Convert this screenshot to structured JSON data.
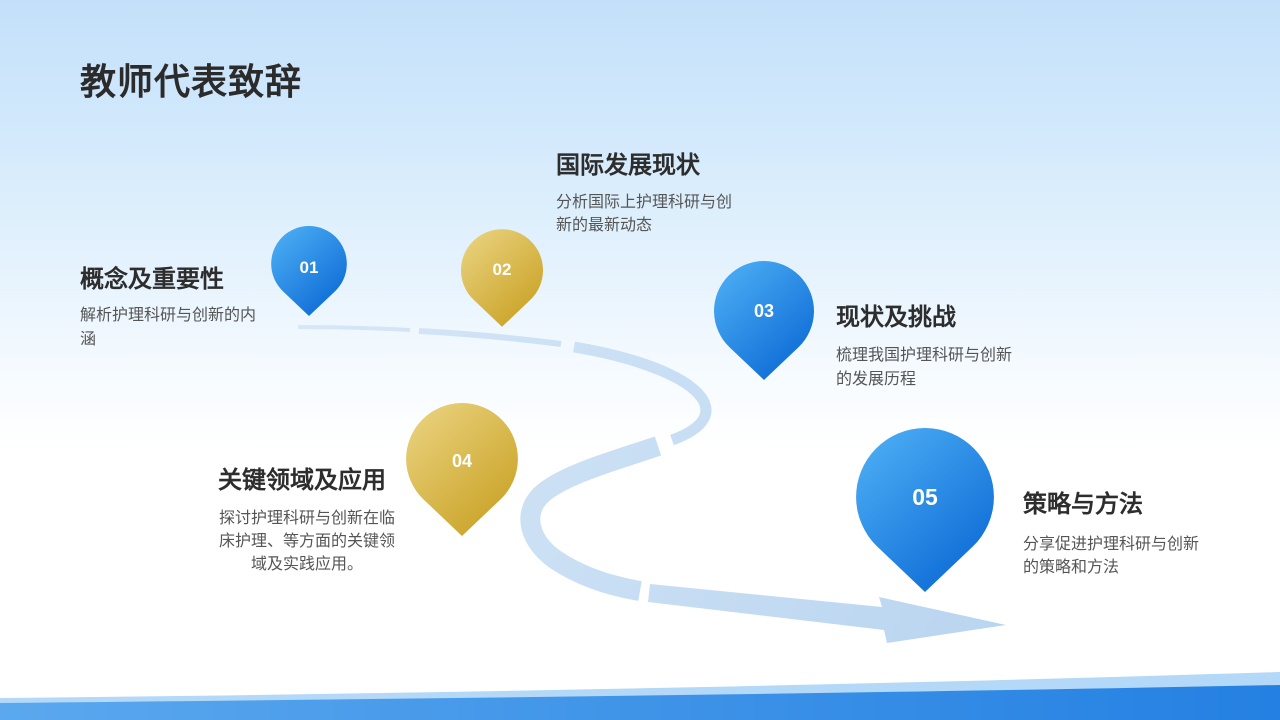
{
  "title": "教师代表致辞",
  "steps": [
    {
      "number": "01",
      "heading": "概念及重要性",
      "description": [
        "解析护理科研与创新的内",
        "涵"
      ],
      "marker_color": "blue"
    },
    {
      "number": "02",
      "heading": "国际发展现状",
      "description": [
        "分析国际上护理科研与创",
        "新的最新动态"
      ],
      "marker_color": "gold"
    },
    {
      "number": "03",
      "heading": "现状及挑战",
      "description": [
        "梳理我国护理科研与创新",
        "的发展历程"
      ],
      "marker_color": "blue"
    },
    {
      "number": "04",
      "heading": "关键领域及应用",
      "description": [
        "探讨护理科研与创新在临",
        "床护理、等方面的关键领",
        "域及实践应用。"
      ],
      "marker_color": "gold"
    },
    {
      "number": "05",
      "heading": "策略与方法",
      "description": [
        "分享促进护理科研与创新",
        "的策略和方法"
      ],
      "marker_color": "blue"
    }
  ],
  "colors": {
    "blue": [
      "#4aabf3",
      "#0b69d5"
    ],
    "gold": [
      "#e8d07a",
      "#c9a124"
    ],
    "road": [
      "#d6e7f7",
      "#bad5f0"
    ],
    "band": [
      "#5ba8ee",
      "#2480e2"
    ],
    "band_light": "#b3d8f8"
  }
}
